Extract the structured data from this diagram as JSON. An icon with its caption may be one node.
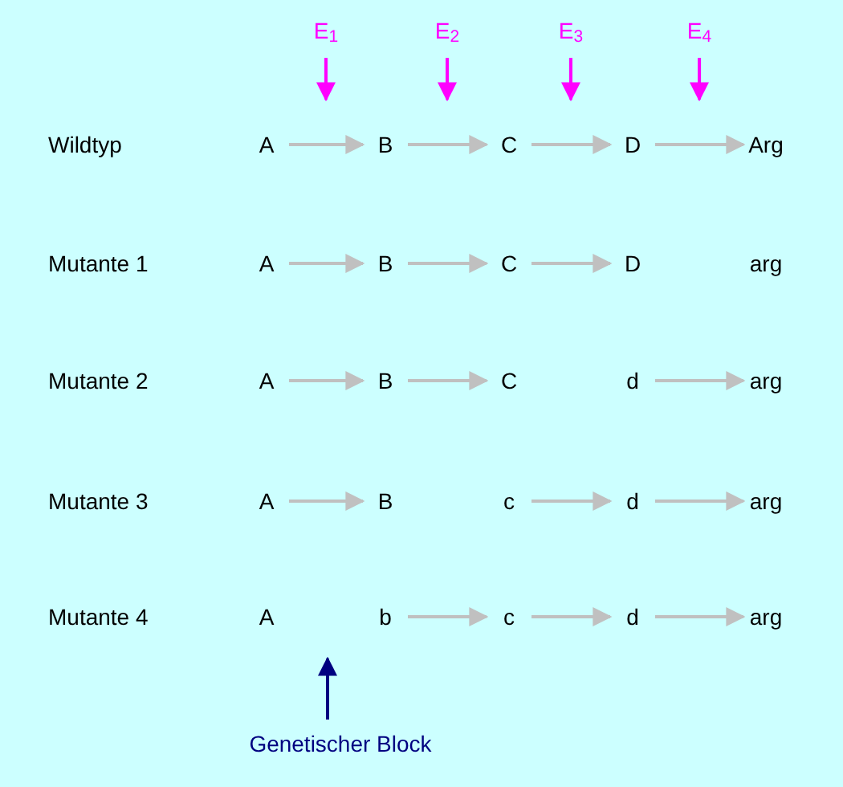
{
  "diagram": {
    "nodes": [
      {
        "text": [
          "E$_{1}$"
        ]
      },
      {
        "text": [
          "E$_{2}$"
        ]
      },
      {
        "text": [
          "E$_{3}$"
        ]
      },
      {
        "text": [
          "E$_{4}$"
        ]
      },
      {
        "text": [
          "A"
        ]
      },
      {
        "text": [
          "B"
        ]
      },
      {
        "text": [
          "C"
        ]
      },
      {
        "text": [
          "D"
        ]
      },
      {
        "text": [
          "Arg"
        ]
      },
      {
        "text": [
          "A"
        ]
      },
      {
        "text": [
          "B"
        ]
      },
      {
        "text": [
          "C"
        ]
      },
      {
        "text": [
          "D"
        ]
      },
      {
        "text": [
          "arg"
        ]
      },
      {
        "text": [
          "A"
        ]
      },
      {
        "text": [
          "B"
        ]
      },
      {
        "text": [
          "C"
        ]
      },
      {
        "text": [
          "d"
        ]
      },
      {
        "text": [
          "arg"
        ]
      },
      {
        "text": [
          "A"
        ]
      },
      {
        "text": [
          "B"
        ]
      },
      {
        "text": [
          "c"
        ]
      },
      {
        "text": [
          "d"
        ]
      },
      {
        "text": [
          "arg"
        ]
      },
      {
        "text": [
          "A"
        ]
      },
      {
        "text": [
          "b"
        ]
      },
      {
        "text": [
          "c"
        ]
      },
      {
        "text": [
          "d"
        ]
      },
      {
        "text": [
          "arg"
        ]
      },
      {
        "text": [
          "Genetischer Block"
        ]
      }
    ],
    "edges": [
      {
        "from": 4,
        "to": 5,
        "arrow": "to"
      },
      {
        "from": 5,
        "to": 6,
        "arrow": "to"
      },
      {
        "from": 6,
        "to": 7,
        "arrow": "to"
      },
      {
        "from": 7,
        "to": 8,
        "arrow": "to"
      },
      {
        "from": 9,
        "to": 10,
        "arrow": "to"
      },
      {
        "from": 10,
        "to": 11,
        "arrow": "to"
      },
      {
        "from": 11,
        "to": 12,
        "arrow": "to"
      },
      {
        "from": 14,
        "to": 15,
        "arrow": "to"
      },
      {
        "from": 15,
        "to": 16,
        "arrow": "to"
      },
      {
        "from": 17,
        "to": 18,
        "arrow": "to"
      },
      {
        "from": 19,
        "to": 20,
        "arrow": "to"
      },
      {
        "from": 21,
        "to": 22,
        "arrow": "to"
      },
      {
        "from": 22,
        "to": 23,
        "arrow": "to"
      },
      {
        "from": 25,
        "to": 26,
        "arrow": "to"
      },
      {
        "from": 26,
        "to": 27,
        "arrow": "to"
      },
      {
        "from": 27,
        "to": 28,
        "arrow": "to"
      },
      {
        "from": 0,
        "to": null,
        "arrow": "to",
        "color": "#ff00ff"
      },
      {
        "from": 1,
        "to": null,
        "arrow": "to",
        "color": "#ff00ff"
      },
      {
        "from": 2,
        "to": null,
        "arrow": "to",
        "color": "#ff00ff"
      },
      {
        "from": 3,
        "to": null,
        "arrow": "to",
        "color": "#ff00ff"
      },
      {
        "from": 29,
        "to": null,
        "arrow": "to",
        "color": "#000080"
      }
    ],
    "labels": [
      "Wildtyp",
      "Mutante 1",
      "Mutante 2",
      "Mutante 3",
      "Mutante 4"
    ]
  }
}
